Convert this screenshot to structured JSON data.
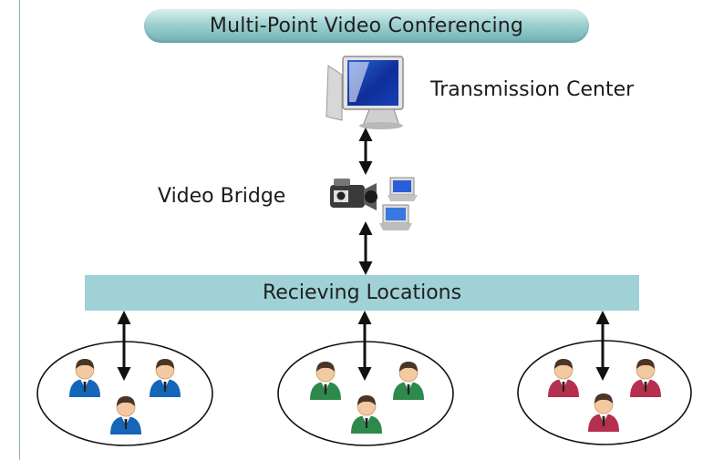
{
  "title": "Multi-Point Video Conferencing",
  "transmission_center": {
    "label": "Transmission Center"
  },
  "video_bridge": {
    "label": "Video Bridge"
  },
  "receiving": {
    "label": "Recieving Locations"
  },
  "groups": [
    {
      "name": "blue",
      "color": "#1565b8"
    },
    {
      "name": "green",
      "color": "#2e8a4a"
    },
    {
      "name": "red",
      "color": "#b5304e"
    }
  ],
  "colors": {
    "title_pill": "#9fd0d1",
    "bar": "#9fd1d6",
    "left_rule": "#8fb0b3"
  }
}
